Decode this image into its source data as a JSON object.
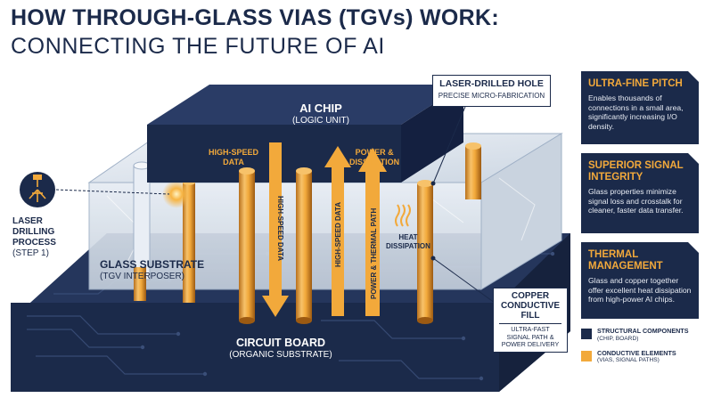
{
  "title": {
    "line1": "HOW THROUGH-GLASS VIAS (TGVs) WORK:",
    "line2": "CONNECTING THE FUTURE OF AI"
  },
  "laser": {
    "title_line1": "LASER",
    "title_line2": "DRILLING",
    "title_line3": "PROCESS",
    "step": "(STEP 1)",
    "icon": "laser-icon"
  },
  "ai_chip": {
    "title": "AI CHIP",
    "sub": "(LOGIC UNIT)"
  },
  "glass": {
    "title": "GLASS SUBSTRATE",
    "sub": "(TGV INTERPOSER)"
  },
  "board": {
    "title": "CIRCUIT BOARD",
    "sub": "(ORGANIC SUBSTRATE)"
  },
  "arrows": {
    "left_top_line1": "HIGH-SPEED",
    "left_top_line2": "DATA",
    "right_top_line1": "POWER &",
    "right_top_line2": "DISSIPATION",
    "vertical1": "HIGH-SPEED DATA",
    "vertical2": "HIGH-SPEED DATA",
    "vertical3": "POWER & THERMAL PATH"
  },
  "heat": {
    "line1": "HEAT",
    "line2": "DISSIPATION",
    "icon": "heat-icon"
  },
  "laser_hole": {
    "title": "LASER-DRILLED HOLE",
    "sub": "PRECISE MICRO-FABRICATION"
  },
  "copper": {
    "title_line1": "COPPER",
    "title_line2": "CONDUCTIVE",
    "title_line3": "FILL",
    "sub_line1": "ULTRA-FAST",
    "sub_line2": "SIGNAL PATH &",
    "sub_line3": "POWER DELIVERY"
  },
  "cards": [
    {
      "title": "ULTRA-FINE PITCH",
      "body": "Enables thousands of connections in a small area, significantly increasing I/O density."
    },
    {
      "title": "SUPERIOR SIGNAL INTEGRITY",
      "body": "Glass properties minimize signal loss and crosstalk for cleaner, faster data transfer."
    },
    {
      "title": "THERMAL MANAGEMENT",
      "body": "Glass and copper together offer excellent heat dissipation from high-power AI chips."
    }
  ],
  "legend": [
    {
      "title": "STRUCTURAL COMPONENTS",
      "sub": "(CHIP, BOARD)",
      "color": "#1b2a4a"
    },
    {
      "title": "CONDUCTIVE ELEMENTS",
      "sub": "(VIAS, SIGNAL PATHS)",
      "color": "#f2a93b"
    }
  ],
  "colors": {
    "navy": "#1b2a4a",
    "orange": "#f2a93b",
    "glass": "#dfe6ef"
  }
}
